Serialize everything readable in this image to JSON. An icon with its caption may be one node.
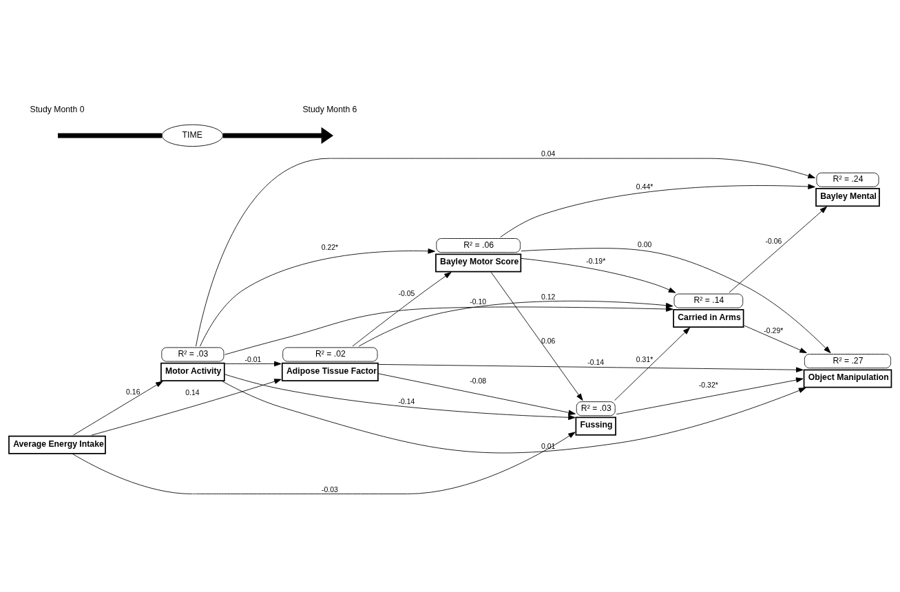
{
  "diagram": {
    "nodes": [
      {
        "text": [
          "Motor Activity"
        ],
        "beside": [
          "R² = .03"
        ]
      },
      {
        "text": [
          "Average Energy Intake"
        ]
      },
      {
        "text": [
          "Adipose Tissue Factor"
        ],
        "beside": [
          "R² = .02"
        ]
      },
      {
        "text": [
          "Carried in Arms"
        ],
        "beside": [
          "R² = .14"
        ]
      },
      {
        "text": [
          "Bayley Motor Score"
        ],
        "beside": [
          "R² = .06"
        ]
      },
      {
        "text": [
          "Bayley Mental"
        ],
        "beside": [
          "R² = .24"
        ]
      },
      {
        "text": [
          "Object Manipulation"
        ],
        "beside": [
          "R² = .27"
        ]
      },
      {
        "text": [
          "Fussing"
        ],
        "beside": [
          "R² = .03"
        ]
      },
      {
        "text": [
          "TIME"
        ]
      }
    ],
    "edges": [
      {
        "from": 1,
        "to": 0,
        "arrow": "to",
        "label": "0.16"
      },
      {
        "from": 1,
        "to": 2,
        "arrow": "to",
        "label": "0.14"
      },
      {
        "from": 1,
        "to": 7,
        "arrow": "to",
        "label": "-0.03"
      },
      {
        "from": 0,
        "to": 2,
        "arrow": "to",
        "label": "-0.01"
      },
      {
        "from": 0,
        "to": 3,
        "arrow": "to",
        "label": "-0.10"
      },
      {
        "from": 0,
        "to": 5,
        "arrow": "to",
        "label": "0.04"
      },
      {
        "from": 0,
        "to": 6,
        "arrow": "to",
        "label": "0.01"
      },
      {
        "from": 0,
        "to": 4,
        "arrow": "to",
        "label": "0.22*"
      },
      {
        "from": 0,
        "to": 7,
        "arrow": "to",
        "label": "-0.14"
      },
      {
        "from": 2,
        "to": 3,
        "arrow": "to",
        "label": "0.12"
      },
      {
        "from": 2,
        "to": 6,
        "arrow": "to",
        "label": "-0.14"
      },
      {
        "from": 2,
        "to": 4,
        "arrow": "to",
        "label": "-0.05"
      },
      {
        "from": 2,
        "to": 7,
        "arrow": "to",
        "label": "-0.08"
      },
      {
        "from": 4,
        "to": 3,
        "arrow": "to",
        "label": "-0.19*"
      },
      {
        "from": 4,
        "to": 5,
        "arrow": "to",
        "label": "0.44*"
      },
      {
        "from": 4,
        "to": 6,
        "arrow": "to",
        "label": "0.00"
      },
      {
        "from": 4,
        "to": 7,
        "arrow": "to",
        "label": "0.06"
      },
      {
        "from": 3,
        "to": 5,
        "arrow": "to",
        "label": "-0.06"
      },
      {
        "from": 3,
        "to": 6,
        "arrow": "to",
        "label": "-0.29*"
      },
      {
        "from": 7,
        "to": 3,
        "arrow": "to",
        "label": "0.31*"
      },
      {
        "from": 7,
        "to": 6,
        "arrow": "to",
        "label": "-0.32*"
      },
      {
        "from": null,
        "to": 8,
        "arrow": "none",
        "style": "thick"
      },
      {
        "from": 8,
        "to": null,
        "arrow": "to",
        "style": "thick"
      }
    ],
    "labels": [
      "Study Month 0",
      "Study Month 6"
    ]
  }
}
